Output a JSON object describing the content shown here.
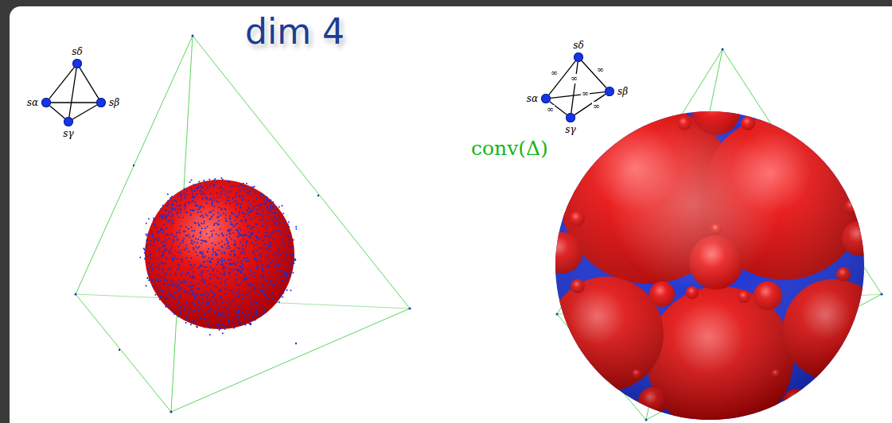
{
  "diagram": {
    "title": "dim 4",
    "nodes": [
      {
        "text": [
          "sδ"
        ]
      },
      {
        "text": [
          "sα"
        ]
      },
      {
        "text": [
          "sβ"
        ]
      },
      {
        "text": [
          "sγ"
        ]
      },
      {
        "text": [
          "sδ"
        ]
      },
      {
        "text": [
          "sα"
        ]
      },
      {
        "text": [
          "sβ"
        ]
      },
      {
        "text": [
          "sγ"
        ]
      }
    ],
    "edges": [
      {
        "from": 0,
        "to": 1,
        "arrow": "none"
      },
      {
        "from": 0,
        "to": 2,
        "arrow": "none"
      },
      {
        "from": 0,
        "to": 3,
        "arrow": "none"
      },
      {
        "from": 1,
        "to": 2,
        "arrow": "none"
      },
      {
        "from": 1,
        "to": 3,
        "arrow": "none"
      },
      {
        "from": 2,
        "to": 3,
        "arrow": "none"
      },
      {
        "from": 4,
        "to": 5,
        "label": "∞",
        "arrow": "none"
      },
      {
        "from": 4,
        "to": 6,
        "label": "∞",
        "arrow": "none"
      },
      {
        "from": 4,
        "to": 7,
        "label": "∞",
        "arrow": "none"
      },
      {
        "from": 5,
        "to": 6,
        "label": "∞",
        "arrow": "none"
      },
      {
        "from": 5,
        "to": 7,
        "label": "∞",
        "arrow": "none"
      },
      {
        "from": 6,
        "to": 7,
        "label": "∞",
        "arrow": "none"
      }
    ],
    "labels": [
      "conv(Δ)"
    ]
  }
}
